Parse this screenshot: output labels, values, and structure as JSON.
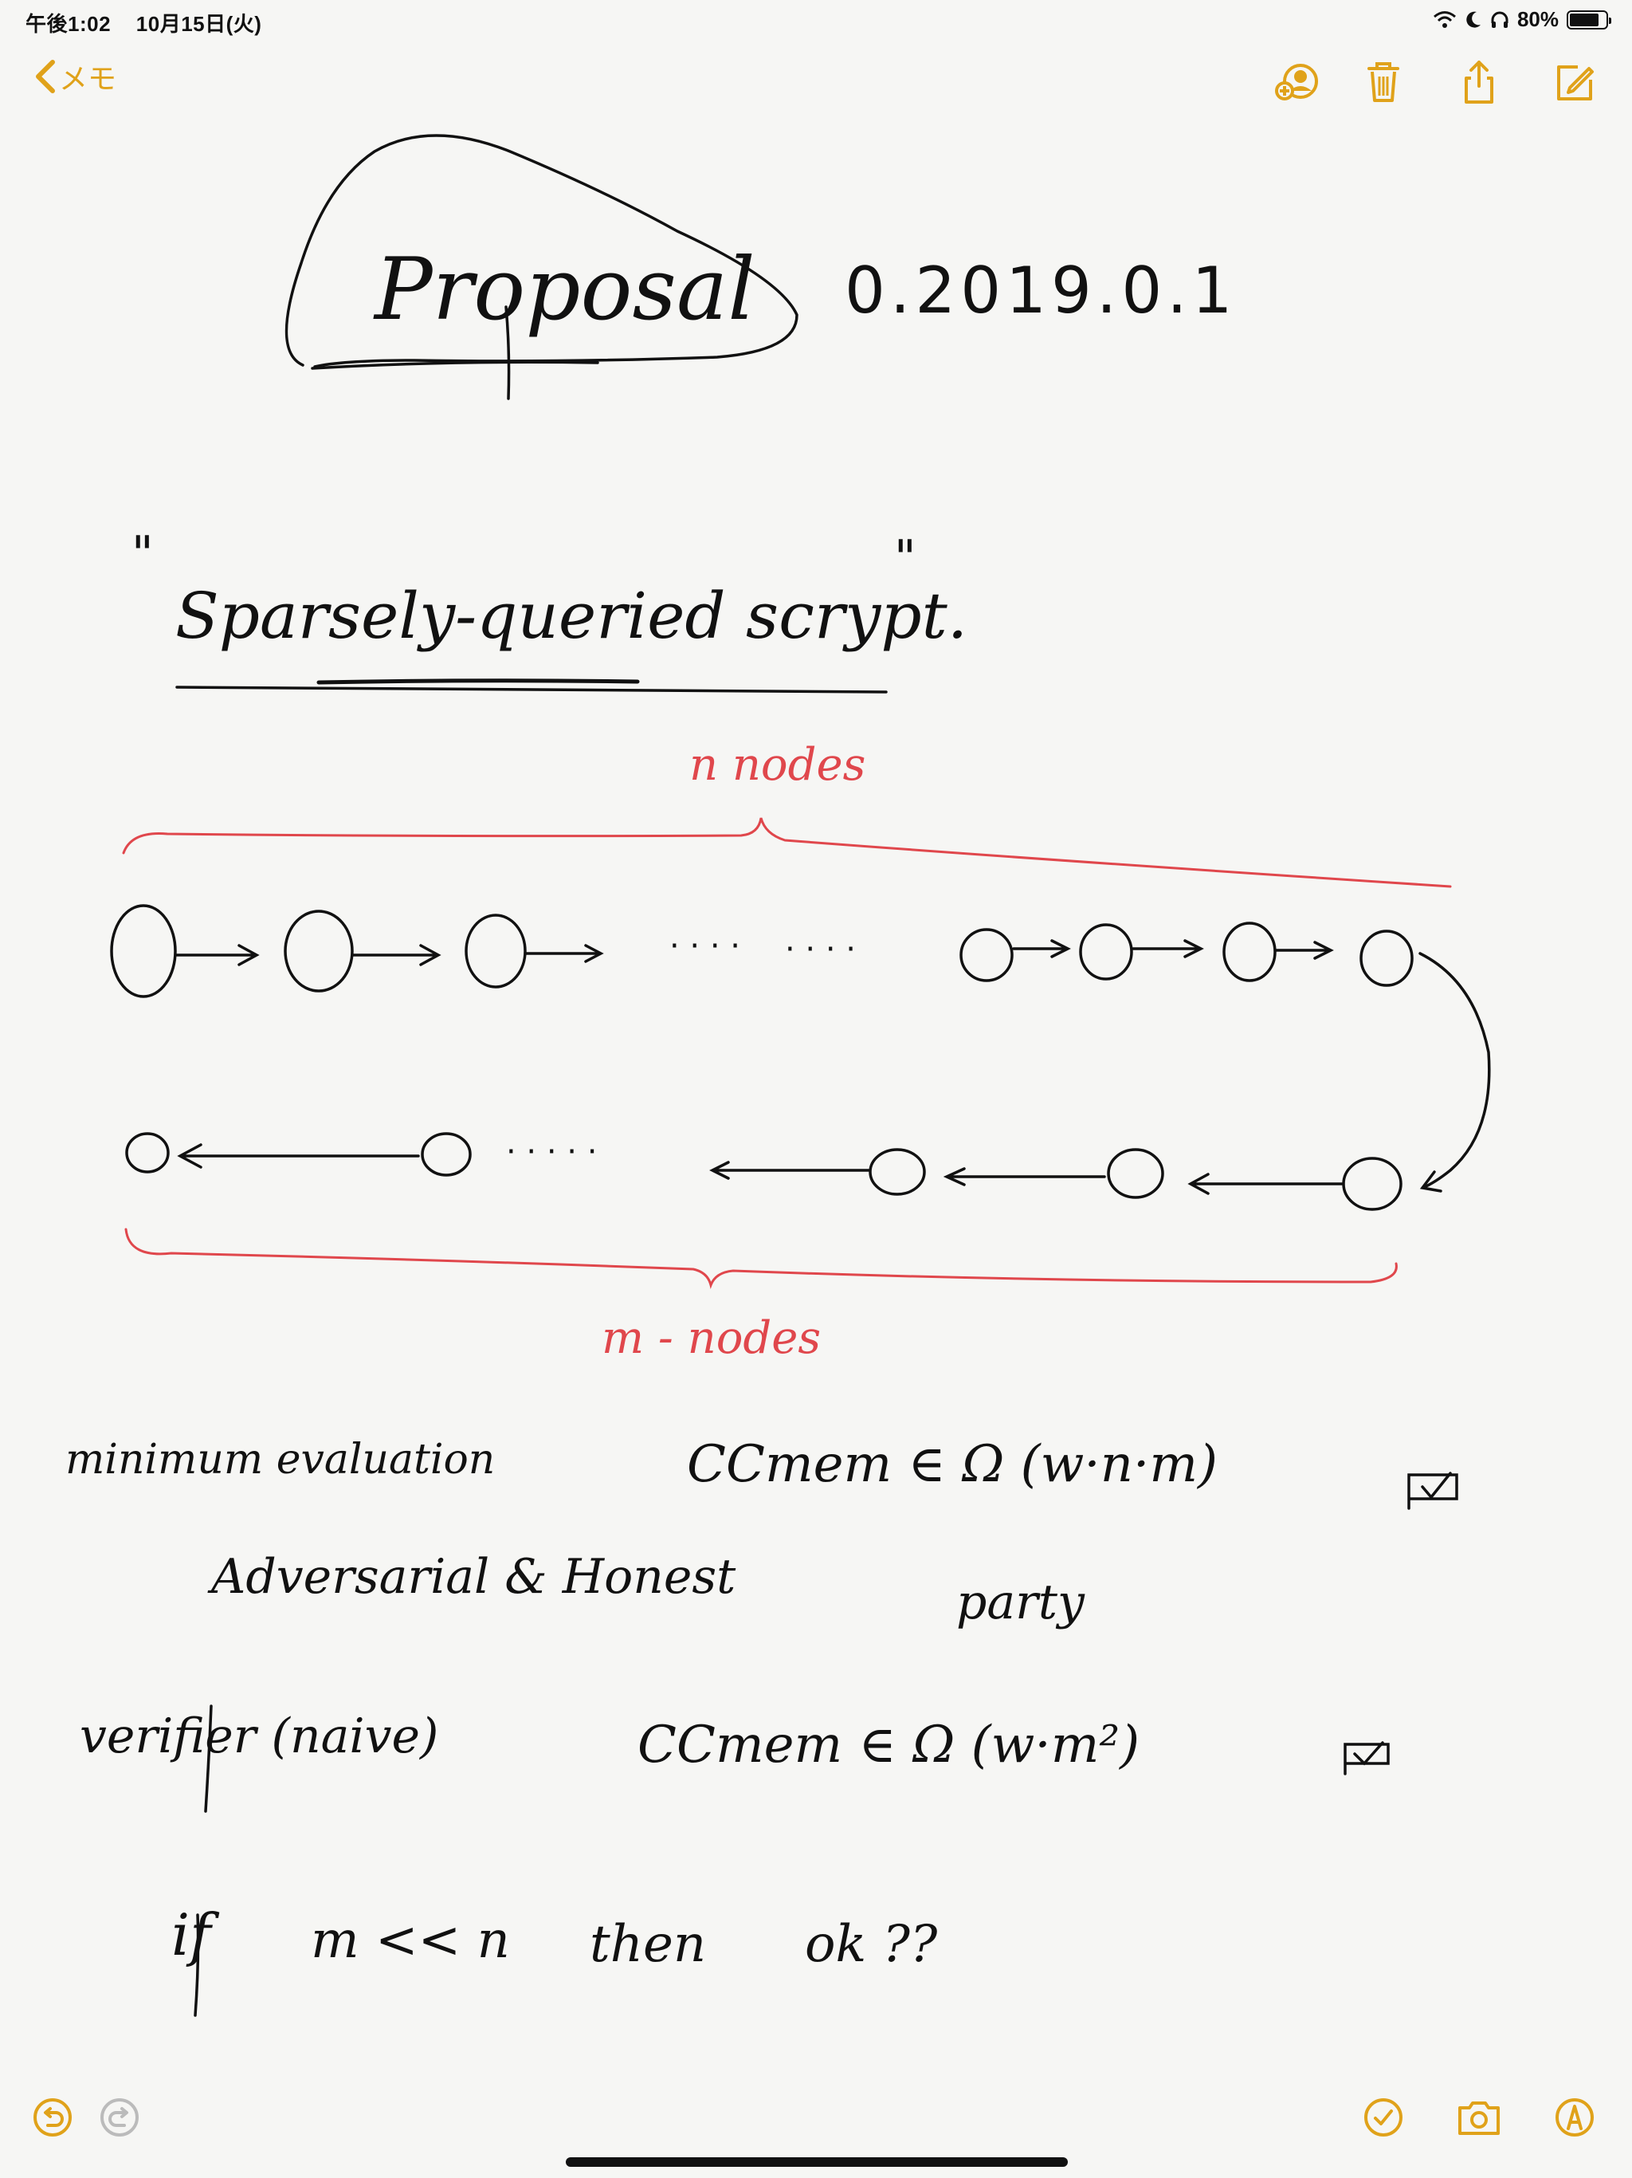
{
  "status": {
    "time": "午後1:02",
    "date": "10月15日(火)",
    "battery": "80%"
  },
  "nav": {
    "back_label": "メモ"
  },
  "note": {
    "title": "Proposal",
    "version": "0.2019.0.1",
    "open_quote": "\"",
    "close_quote": "\"",
    "heading": "Sparsely-queried scrypt.",
    "top_brace_label": "n nodes",
    "bottom_brace_label": "m - nodes",
    "dots_top_1": "· · · ·",
    "dots_top_2": "· · · ·",
    "dots_bottom": "· · · · ·",
    "line1_left": "minimum  evaluation",
    "line1_formula": "CCmem ∈ Ω (w·n·m)",
    "line1_mark": "✓",
    "line2_left": "Adversarial  &  Honest",
    "line2_right": "party",
    "line3_left": "verifier  (naive)",
    "line3_formula": "CCmem ∈ Ω (w·m²)",
    "line3_mark": "✓",
    "line4_if": "if",
    "line4_cond": "m << n",
    "line4_then": "then",
    "line4_ok": "ok ??"
  },
  "colors": {
    "accent": "#e0a21a",
    "ink": "#111111",
    "red_ink": "#e0474c"
  },
  "icons": [
    "back-chevron-icon",
    "add-person-icon",
    "trash-icon",
    "share-icon",
    "compose-icon",
    "undo-icon",
    "redo-icon",
    "checklist-icon",
    "camera-icon",
    "markup-pen-icon"
  ]
}
